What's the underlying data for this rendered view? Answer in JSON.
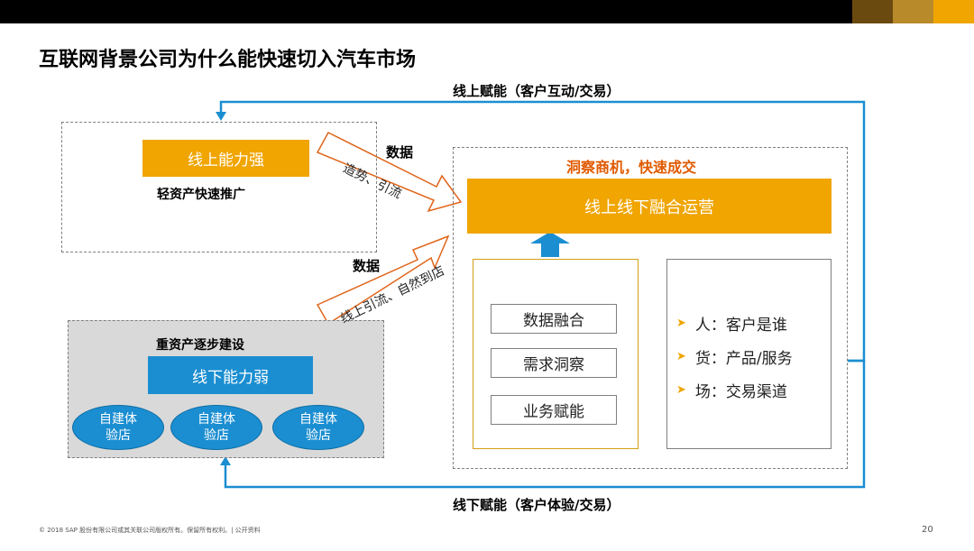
{
  "title": "互联网背景公司为什么能快速切入汽车市场",
  "top_loop_label": "线上赋能（客户互动/交易）",
  "bottom_loop_label": "线下赋能（客户体验/交易）",
  "online_block": {
    "strong_label": "线上能力强",
    "caption": "轻资产快速推广"
  },
  "offline_block": {
    "caption": "重资产逐步建设",
    "weak_label": "线下能力弱",
    "stores": [
      "自建体\n验店",
      "自建体\n验店",
      "自建体\n验店"
    ]
  },
  "arrows": {
    "upper": {
      "label": "数据",
      "text": "造势、引流"
    },
    "lower": {
      "label": "数据",
      "text": "线上引流、自然到店"
    }
  },
  "right_block": {
    "heading": "洞察商机，快速成交",
    "ops_label": "线上线下融合运营",
    "capabilities": [
      "数据融合",
      "需求洞察",
      "业务赋能"
    ],
    "bullets": [
      "人：客户是谁",
      "货：产品/服务",
      "场：交易渠道"
    ]
  },
  "footer": "© 2018 SAP 股份有限公司或其关联公司版权所有。保留所有权利。| 公开资料",
  "page_number": "20",
  "colors": {
    "orange": "#f0a500",
    "blue": "#1b8ed1",
    "title_red": "#e05a00",
    "loop_line": "#1b8ed1"
  }
}
